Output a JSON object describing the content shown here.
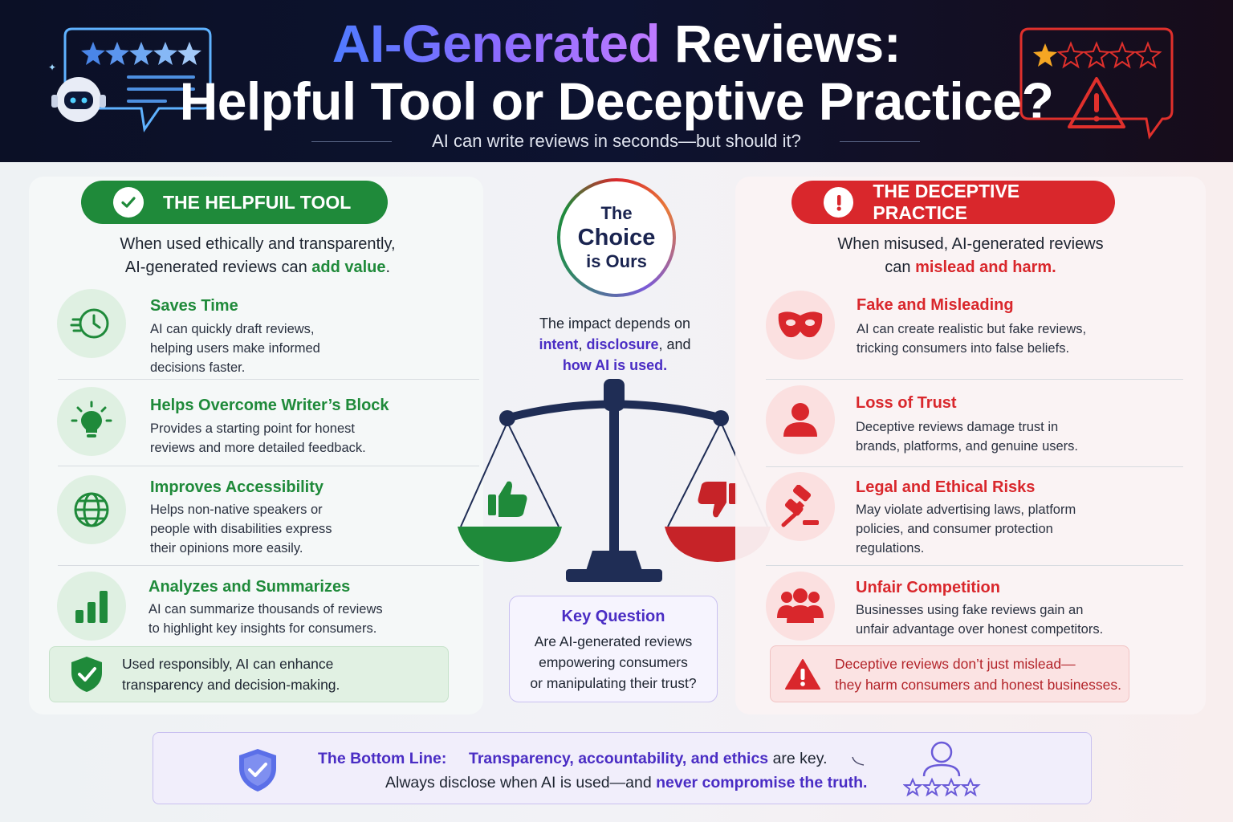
{
  "header": {
    "title_highlight": "AI-Generated",
    "title_rest": " Reviews:",
    "title_line2": "Helpful Tool or Deceptive Practice?",
    "subtitle": "AI can write reviews in seconds—but should it?"
  },
  "left": {
    "badge": "THE HELPFUIL TOOL",
    "intro_line1": "When used ethically and transparently,",
    "intro_line2_prefix": "AI-generated reviews can ",
    "intro_highlight": "add value",
    "intro_suffix": ".",
    "items": [
      {
        "title": "Saves Time",
        "icon": "clock-icon",
        "desc": [
          "AI can quickly draft reviews,",
          "helping users make informed",
          "decisions faster."
        ]
      },
      {
        "title": "Helps Overcome Writer’s Block",
        "icon": "lightbulb-icon",
        "desc": [
          "Provides a starting point for honest",
          "reviews and more detailed feedback."
        ]
      },
      {
        "title": "Improves Accessibility",
        "icon": "globe-icon",
        "desc": [
          "Helps non-native speakers or",
          "people with disabilities express",
          "their opinions more easily."
        ]
      },
      {
        "title": "Analyzes and Summarizes",
        "icon": "bar-chart-icon",
        "desc": [
          "AI can summarize thousands of reviews",
          "to highlight key insights for consumers."
        ]
      }
    ],
    "note_line1": "Used responsibly, AI can enhance",
    "note_line2": "transparency and decision-making."
  },
  "center": {
    "choice_l1": "The",
    "choice_l2": "Choice",
    "choice_l3": "is Ours",
    "impact_l1": "The impact depends on",
    "impact_intent": "intent",
    "impact_comma": ", ",
    "impact_disclosure": "disclosure",
    "impact_and": ", and",
    "impact_how": "how AI is used.",
    "key_title": "Key Question",
    "key_l1": "Are AI-generated reviews",
    "key_l2": "empowering consumers",
    "key_l3": "or manipulating their trust?"
  },
  "right": {
    "badge": "THE DECEPTIVE PRACTICE",
    "intro_line1": "When misused, AI-generated reviews",
    "intro_line2_prefix": "can ",
    "intro_highlight": "mislead and harm.",
    "items": [
      {
        "title": "Fake and Misleading",
        "icon": "mask-icon",
        "desc": [
          "AI can create realistic but fake reviews,",
          "tricking consumers into false beliefs."
        ]
      },
      {
        "title": "Loss of Trust",
        "icon": "person-icon",
        "desc": [
          "Deceptive reviews damage trust in",
          "brands, platforms, and genuine users."
        ]
      },
      {
        "title": "Legal and Ethical Risks",
        "icon": "gavel-icon",
        "desc": [
          "May violate advertising laws, platform",
          "policies, and consumer protection",
          "regulations."
        ]
      },
      {
        "title": "Unfair Competition",
        "icon": "group-icon",
        "desc": [
          "Businesses using fake reviews gain an",
          "unfair advantage over honest competitors."
        ]
      }
    ],
    "note_line1": "Deceptive reviews don’t just mislead—",
    "note_line2": "they harm consumers and honest businesses."
  },
  "bottom": {
    "label": "The Bottom Line:",
    "l1_highlight": "Transparency, accountability, and ethics",
    "l1_rest": " are key.",
    "l2_prefix": "Always disclose when AI is used—and ",
    "l2_highlight": "never compromise the truth."
  },
  "ratings": {
    "left_bubble_stars": 5,
    "right_bubble_stars": 1,
    "bottom_stars": 4
  },
  "colors": {
    "helpful": "#1f8a3a",
    "deceptive": "#d9272c",
    "accent": "#4a2dc4",
    "header_bg": "#0b1026"
  }
}
